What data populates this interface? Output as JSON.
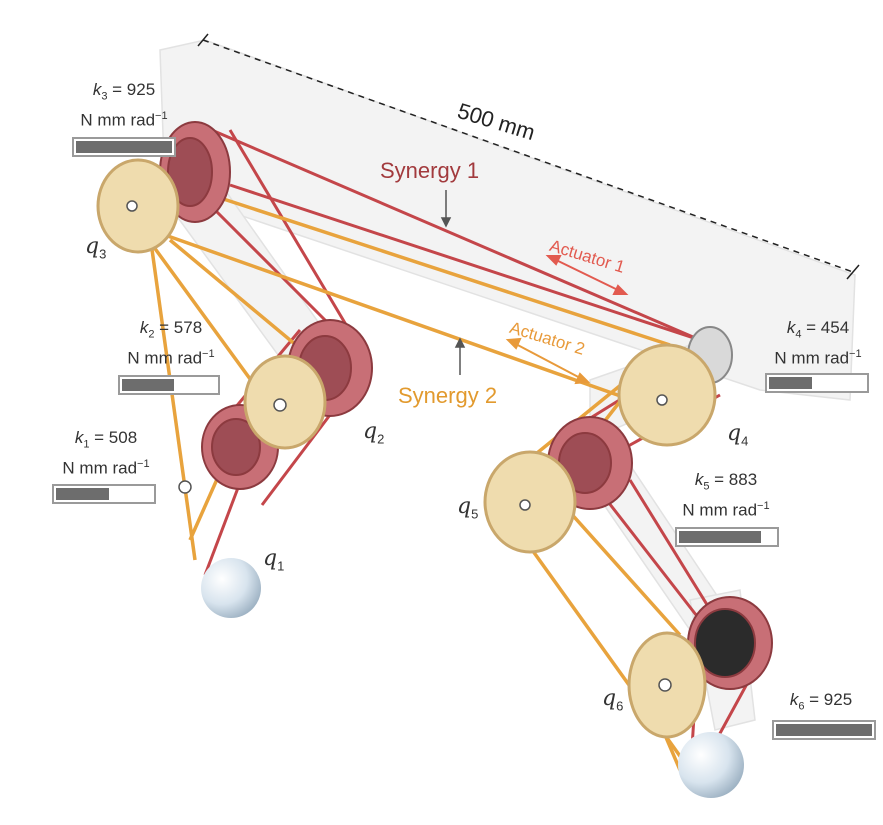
{
  "dimension_label": "500 mm",
  "synergy_labels": {
    "synergy1": "Synergy 1",
    "synergy2": "Synergy 2"
  },
  "actuator_labels": {
    "actuator1": "Actuator 1",
    "actuator2": "Actuator 2"
  },
  "unit_text": "N mm rad",
  "unit_exponent": "−1",
  "joints": {
    "q1": {
      "symbol": "q",
      "index": "1"
    },
    "q2": {
      "symbol": "q",
      "index": "2"
    },
    "q3": {
      "symbol": "q",
      "index": "3"
    },
    "q4": {
      "symbol": "q",
      "index": "4"
    },
    "q5": {
      "symbol": "q",
      "index": "5"
    },
    "q6": {
      "symbol": "q",
      "index": "6"
    }
  },
  "stiffness": {
    "k1": {
      "symbol": "k",
      "index": "1",
      "value_text": " = 508",
      "level": 0.55
    },
    "k2": {
      "symbol": "k",
      "index": "2",
      "value_text": " = 578",
      "level": 0.55
    },
    "k3": {
      "symbol": "k",
      "index": "3",
      "value_text": " = 925",
      "level": 1.0
    },
    "k4": {
      "symbol": "k",
      "index": "4",
      "value_text": " = 454",
      "level": 0.45
    },
    "k5": {
      "symbol": "k",
      "index": "5",
      "value_text": " = 883",
      "level": 0.85
    },
    "k6": {
      "symbol": "k",
      "index": "6",
      "value_text": " = 925",
      "level": 1.0
    }
  },
  "colors": {
    "synergy1": "#a23a3d",
    "synergy2": "#e29a2e",
    "actuator1": "#e25a4f",
    "actuator2": "#e89a3a",
    "gauge_fill": "#6d6d6d",
    "gauge_border": "#9a9a9a"
  }
}
